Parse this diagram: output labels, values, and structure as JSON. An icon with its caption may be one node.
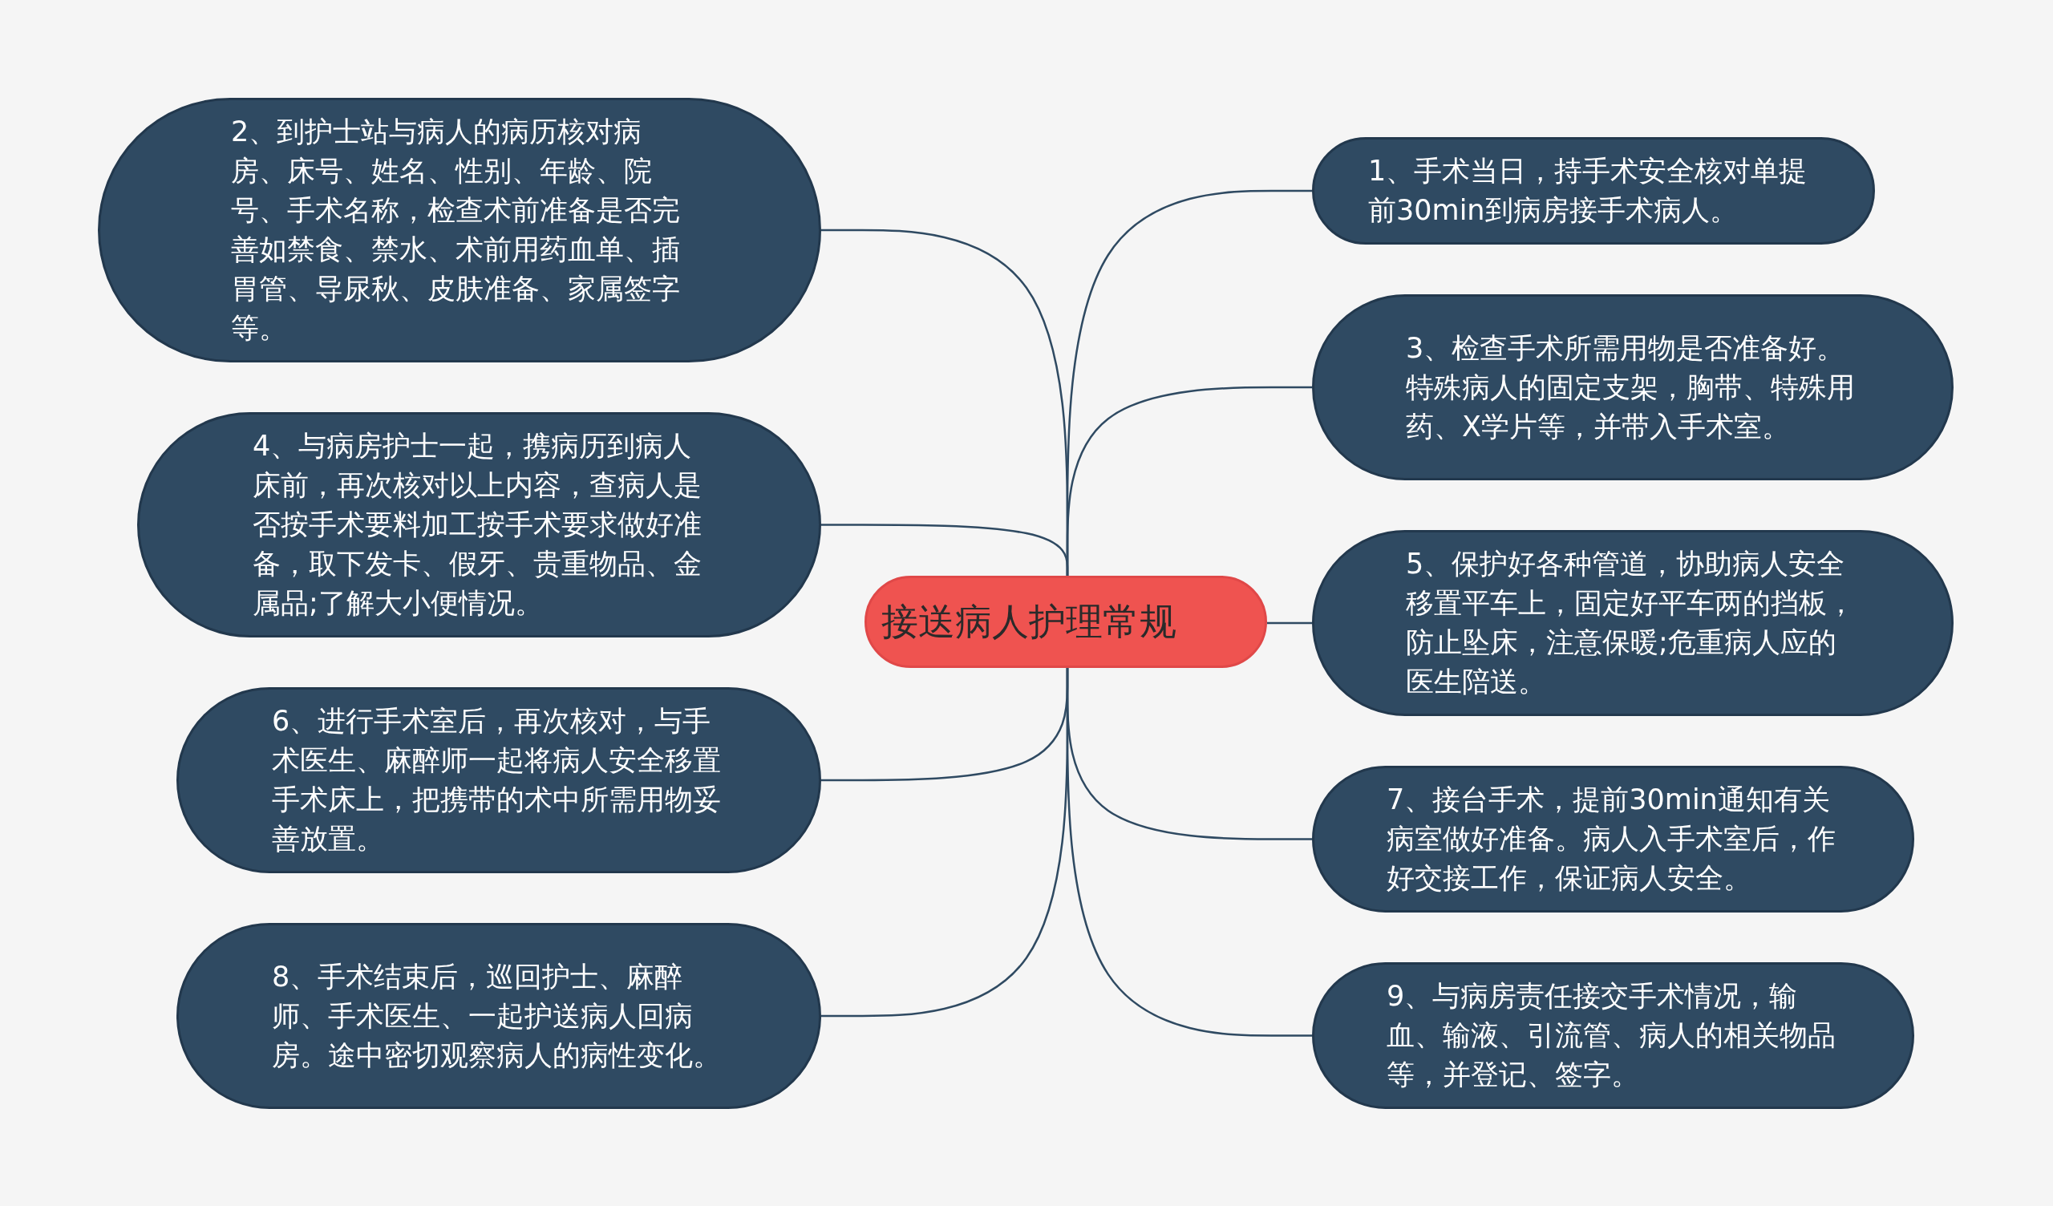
{
  "diagram": {
    "nodes": [
      {
        "text": [
          "接送病人护理常规"
        ]
      },
      {
        "text": [
          "2、到护士站与病人的病历核对病房、床号、姓名、性别、年龄、院号、手术名称，检查术前准备是否完善如禁食、禁水、术前用药血单、插胃管、导尿秋、皮肤准备、家属签字等。"
        ]
      },
      {
        "text": [
          "1、手术当日，持手术安全核对单提前30min到病房接手术病人。"
        ]
      },
      {
        "text": [
          "3、检查手术所需用物是否准备好。特殊病人的固定支架，胸带、特殊用药、X学片等，并带入手术室。"
        ]
      },
      {
        "text": [
          "4、与病房护士一起，携病历到病人床前，再次核对以上内容，查病人是否按手术要料加工按手术要求做好准备，取下发卡、假牙、贵重物品、金属品;了解大小便情况。"
        ]
      },
      {
        "text": [
          "5、保护好各种管道，协助病人安全移置平车上，固定好平车两的挡板，防止坠床，注意保暖;危重病人应的医生陪送。"
        ]
      },
      {
        "text": [
          "6、进行手术室后，再次核对，与手术医生、麻醉师一起将病人安全移置手术床上，把携带的术中所需用物妥善放置。"
        ]
      },
      {
        "text": [
          "7、接台手术，提前30min通知有关病室做好准备。病人入手术室后，作好交接工作，保证病人安全。"
        ]
      },
      {
        "text": [
          "8、手术结束后，巡回护士、麻醉师、手术医生、一起护送病人回病房。途中密切观察病人的病性变化。"
        ]
      },
      {
        "text": [
          "9、与病房责任接交手术情况，输血、输液、引流管、病人的相关物品等，并登记、签字。"
        ]
      }
    ],
    "edges": [
      {
        "from": 0,
        "to": 1,
        "arrow": "none"
      },
      {
        "from": 0,
        "to": 2,
        "arrow": "none"
      },
      {
        "from": 0,
        "to": 3,
        "arrow": "none"
      },
      {
        "from": 0,
        "to": 4,
        "arrow": "none"
      },
      {
        "from": 0,
        "to": 5,
        "arrow": "none"
      },
      {
        "from": 0,
        "to": 6,
        "arrow": "none"
      },
      {
        "from": 0,
        "to": 7,
        "arrow": "none"
      },
      {
        "from": 0,
        "to": 8,
        "arrow": "none"
      },
      {
        "from": 0,
        "to": 9,
        "arrow": "none"
      }
    ]
  }
}
